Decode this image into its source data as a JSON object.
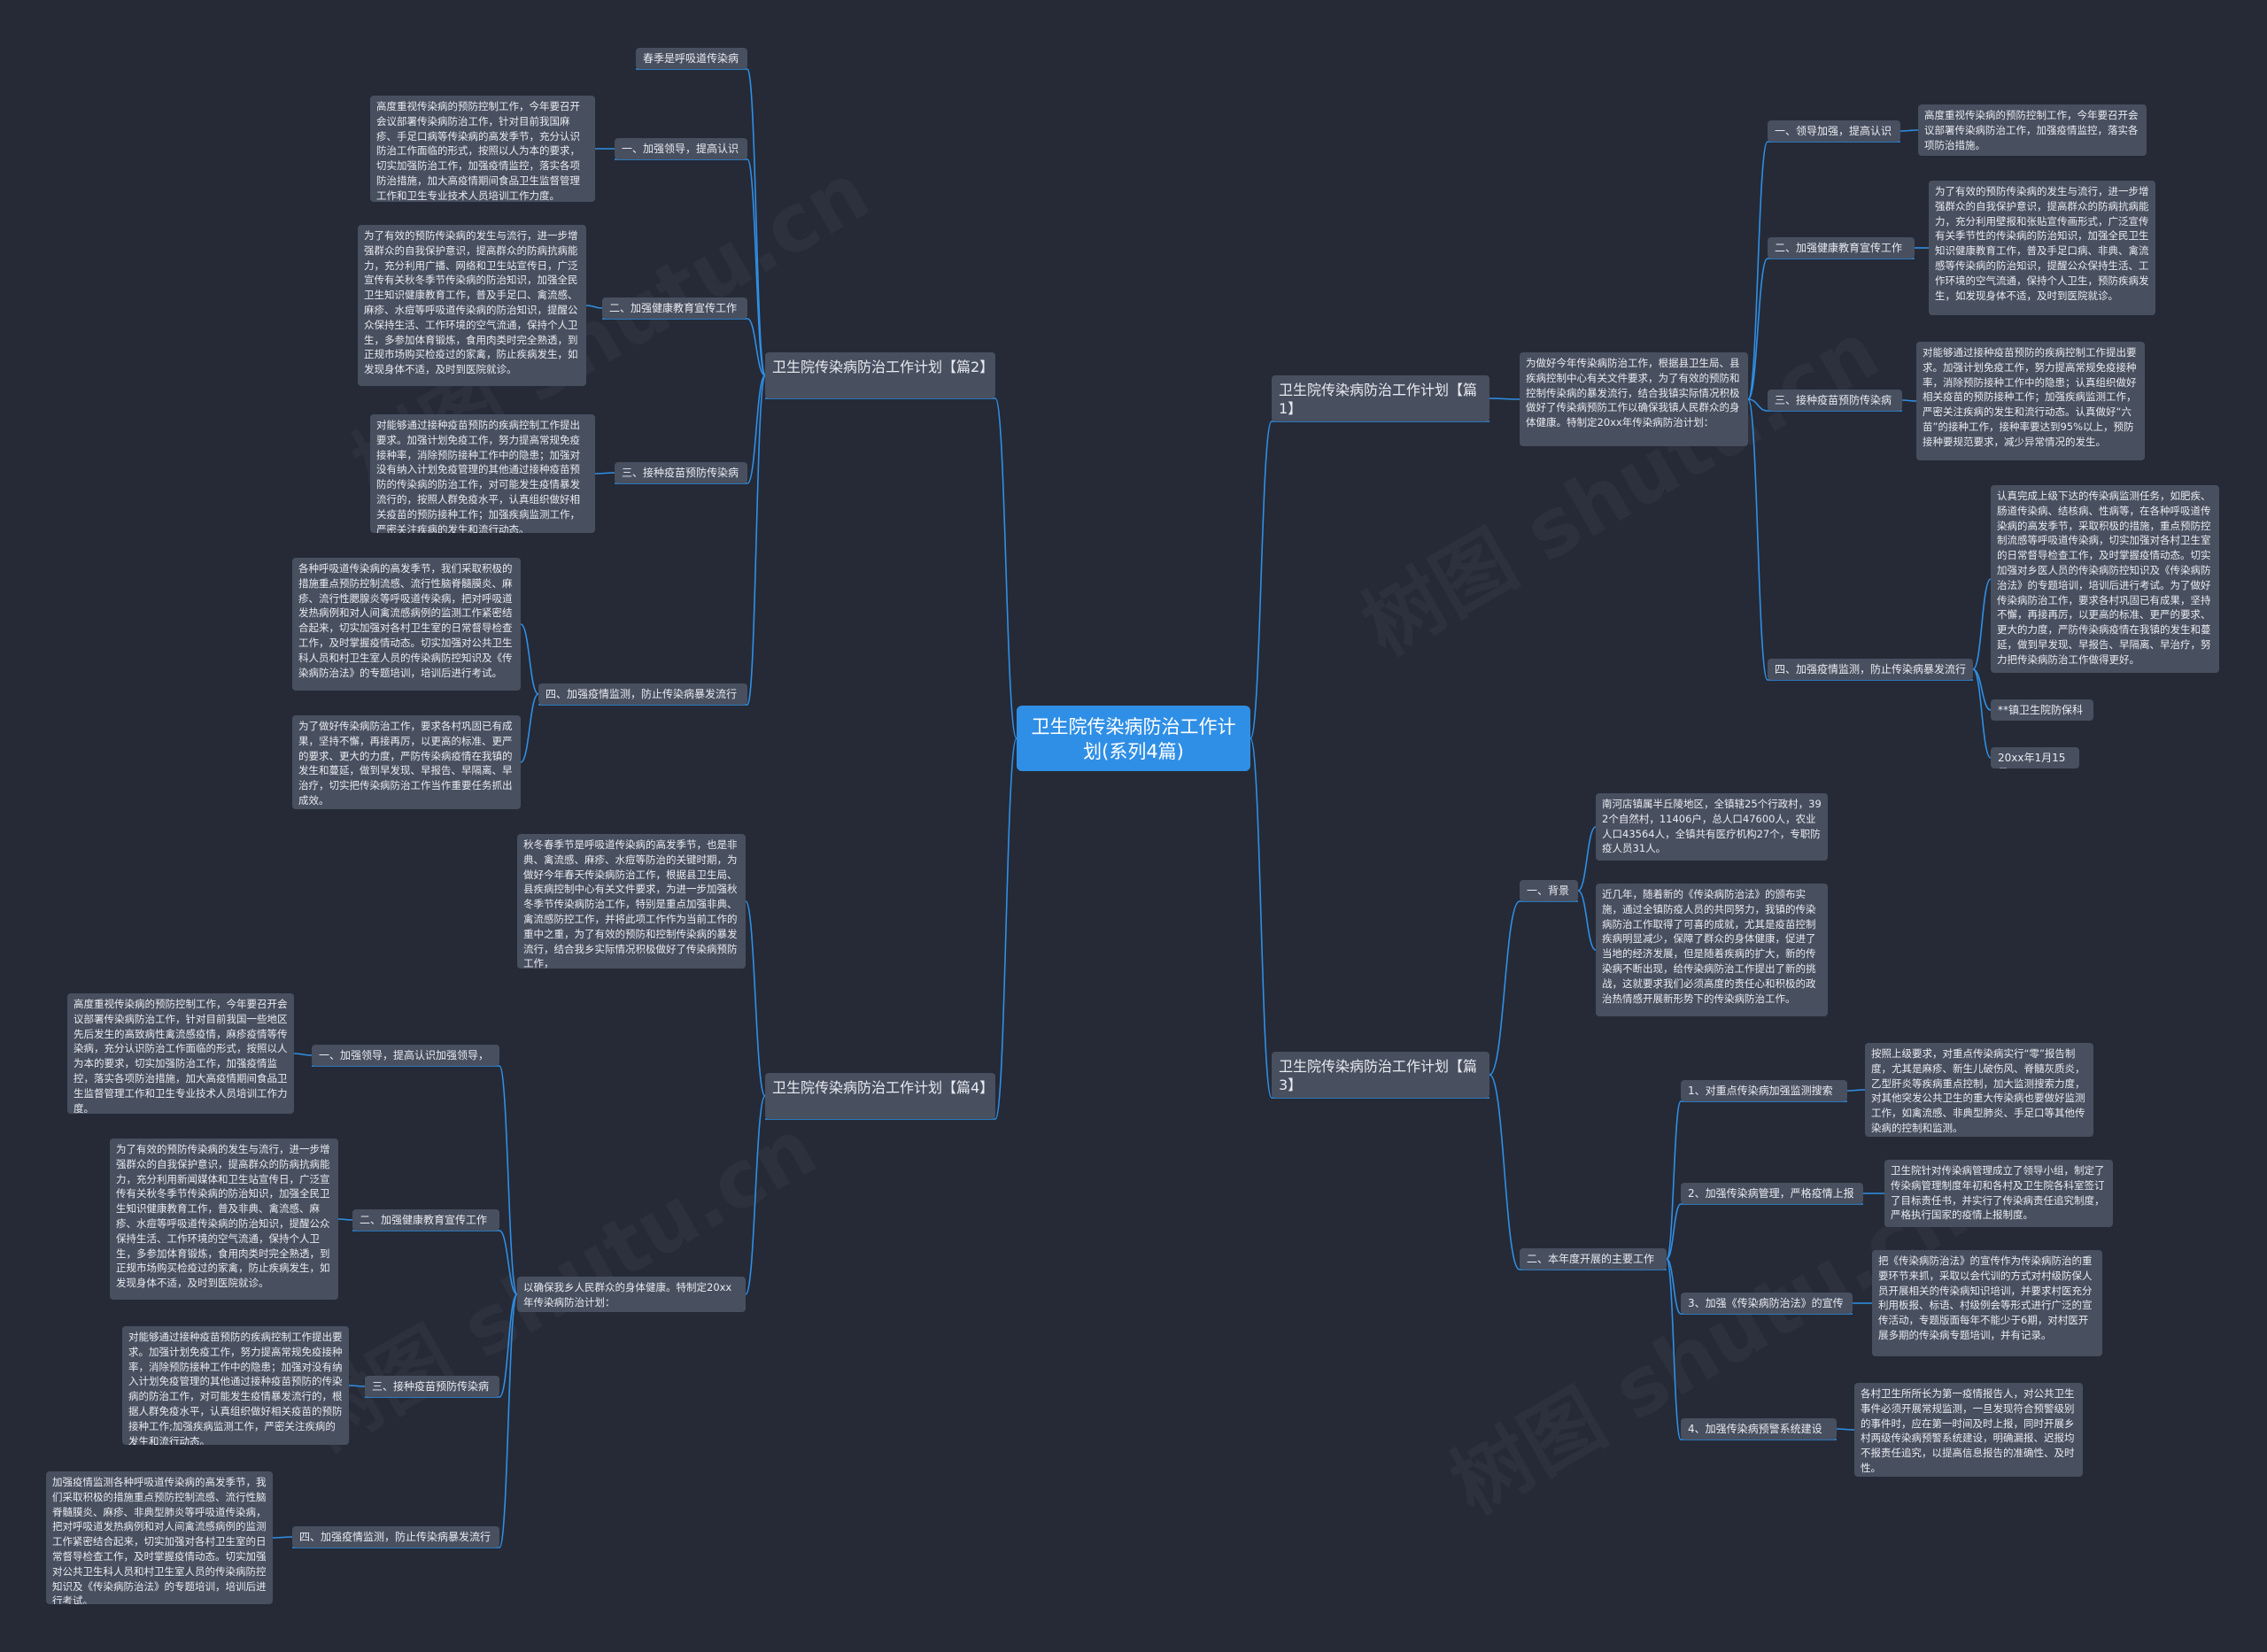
{
  "colors": {
    "background": "#252a36",
    "root": "#2f8fe6",
    "node": "#484f5f",
    "line": "#2f8fe6",
    "text": "#e8ebf0"
  },
  "watermark": "树图 shutu.cn",
  "root": "卫生院传染病防治工作计划(系列4篇)",
  "b1": {
    "title": "卫生院传染病防治工作计划【篇1】",
    "intro": "为做好今年传染病防治工作，根据县卫生局、县疾病控制中心有关文件要求，为了有效的预防和控制传染病的暴发流行，结合我镇实际情况积极做好了传染病预防工作以确保我镇人民群众的身体健康。特制定20xx年传染病防治计划：",
    "s1": "一、领导加强，提高认识",
    "s1_text": "高度重视传染病的预防控制工作，今年要召开会议部署传染病防治工作，加强疫情监控，落实各项防治措施。",
    "s2": "二、加强健康教育宣传工作",
    "s2_text": "为了有效的预防传染病的发生与流行，进一步增强群众的自我保护意识，提高群众的防病抗病能力，充分利用壁报和张贴宣传画形式，广泛宣传有关季节性的传染病的防治知识，加强全民卫生知识健康教育工作，普及手足口病、非典、禽流感等传染病的防治知识，提醒公众保持生活、工作环境的空气流通，保持个人卫生，预防疾病发生，如发现身体不适，及时到医院就诊。",
    "s3": "三、接种疫苗预防传染病",
    "s3_text": "对能够通过接种疫苗预防的疾病控制工作提出要求。加强计划免疫工作，努力提高常规免疫接种率，消除预防接种工作中的隐患；认真组织做好相关疫苗的预防接种工作；加强疾病监测工作，严密关注疾病的发生和流行动态。认真做好“六苗”的接种工作，接种率要达到95%以上，预防接种要规范要求，减少异常情况的发生。",
    "s4": "四、加强疫情监测，防止传染病暴发流行",
    "s4_text": "认真完成上级下达的传染病监测任务，如肥疾、肠道传染病、结核病、性病等，在各种呼吸道传染病的高发季节，采取积极的措施，重点预防控制流感等呼吸道传染病，切实加强对各村卫生室的日常督导检查工作，及时掌握疫情动态。切实加强对乡医人员的传染病防控知识及《传染病防治法》的专题培训，培训后进行考试。为了做好传染病防治工作，要求各村巩固已有成果，坚持不懈，再接再厉，以更高的标准、更严的要求、更大的力度，严防传染病疫情在我镇的发生和蔓延，做到早发现、早报告、早隔离、早治疗，努力把传染病防治工作做得更好。",
    "s4_sign": "**镇卫生院防保科",
    "s4_date": "20xx年1月15日"
  },
  "b2": {
    "title": "卫生院传染病防治工作计划【篇2】",
    "s0": "春季是呼吸道传染病",
    "s1": "一、加强领导，提高认识",
    "s1_text": "高度重视传染病的预防控制工作，今年要召开会议部署传染病防治工作，针对目前我国麻疹、手足口病等传染病的高发季节，充分认识防治工作面临的形式，按照以人为本的要求，切实加强防治工作，加强疫情监控，落实各项防治措施，加大高疫情期间食品卫生监督管理工作和卫生专业技术人员培训工作力度。",
    "s2": "二、加强健康教育宣传工作",
    "s2_text": "为了有效的预防传染病的发生与流行，进一步增强群众的自我保护意识，提高群众的防病抗病能力，充分利用广播、网络和卫生站宣传日，广泛宣传有关秋冬季节传染病的防治知识，加强全民卫生知识健康教育工作，普及手足口、禽流感、麻疹、水痘等呼吸道传染病的防治知识，提醒公众保持生活、工作环境的空气流通，保持个人卫生，多参加体育锻炼，食用肉类时完全熟透，到正规市场购买检疫过的家禽，防止疾病发生，如发现身体不适，及时到医院就诊。",
    "s3": "三、接种疫苗预防传染病",
    "s3_text": "对能够通过接种疫苗预防的疾病控制工作提出要求。加强计划免疫工作，努力提高常规免疫接种率，消除预防接种工作中的隐患；加强对没有纳入计划免疫管理的其他通过接种疫苗预防的传染病的防治工作，对可能发生疫情暴发流行的，按照人群免疫水平，认真组织做好相关疫苗的预防接种工作；加强疾病监测工作，严密关注疾病的发生和流行动态。",
    "s4": "四、加强疫情监测，防止传染病暴发流行",
    "s4_text1": "各种呼吸道传染病的高发季节，我们采取积极的措施重点预防控制流感、流行性脑脊髓膜炎、麻疹、流行性腮腺炎等呼吸道传染病，把对呼吸道发热病例和对人间禽流感病例的监测工作紧密结合起来，切实加强对各村卫生室的日常督导检查工作，及时掌握疫情动态。切实加强对公共卫生科人员和村卫生室人员的传染病防控知识及《传染病防治法》的专题培训，培训后进行考试。",
    "s4_text2": "为了做好传染病防治工作，要求各村巩固已有成果，坚持不懈，再接再厉，以更高的标准、更严的要求、更大的力度，严防传染病疫情在我镇的发生和蔓延，做到早发现、早报告、早隔离、早治疗，切实把传染病防治工作当作重要任务抓出成效。"
  },
  "b3": {
    "title": "卫生院传染病防治工作计划【篇3】",
    "s1": "一、背景",
    "s1_text1": "南河店镇属半丘陵地区，全镇辖25个行政村，392个自然村，11406户，总人口47600人，农业人口43564人，全镇共有医疗机构27个，专职防疫人员31人。",
    "s1_text2": "近几年，随着新的《传染病防治法》的颁布实施，通过全镇防疫人员的共同努力，我镇的传染病防治工作取得了可喜的成就，尤其是疫苗控制疾病明显减少，保障了群众的身体健康，促进了当地的经济发展，但是随着疾病的扩大，新的传染病不断出现，给传染病防治工作提出了新的挑战，这就要求我们必须高度的责任心和积极的政治热情感开展新形势下的传染病防治工作。",
    "s2": "二、本年度开展的主要工作",
    "i1": "1、对重点传染病加强监测搜索",
    "i1_text": "按照上级要求，对重点传染病实行“零”报告制度，尤其是麻疹、新生儿破伤风、脊髓灰质炎，乙型肝炎等疾病重点控制，加大监测搜索力度，对其他突发公共卫生的重大传染病也要做好监测工作，如禽流感、非典型肺炎、手足口等其他传染病的控制和监测。",
    "i2": "2、加强传染病管理，严格疫情上报",
    "i2_text": "卫生院针对传染病管理成立了领导小组，制定了传染病管理制度年初和各村及卫生院各科室签订了目标责任书，并实行了传染病责任追究制度，严格执行国家的疫情上报制度。",
    "i3": "3、加强《传染病防治法》的宣传",
    "i3_text": "把《传染病防治法》的宣传作为传染病防治的重要环节来抓，采取以会代训的方式对村级防保人员开展相关的传染病知识培训，并要求村医充分利用板报、标语、村级例会等形式进行广泛的宣传活动，专题版面每年不能少于6期，对村医开展多期的传染病专题培训，并有记录。",
    "i4": "4、加强传染病预警系统建设",
    "i4_text": "各村卫生所所长为第一疫情报告人，对公共卫生事件必须开展常规监测，一旦发现符合预警级别的事件时，应在第一时间及时上报，同时开展乡村两级传染病预警系统建设，明确漏报、迟报均不报责任追究，以提高信息报告的准确性、及时性。"
  },
  "b4": {
    "title": "卫生院传染病防治工作计划【篇4】",
    "intro": "秋冬春季节是呼吸道传染病的高发季节，也是非典、禽流感、麻疹、水痘等防治的关键时期，为做好今年春天传染病防治工作，根据县卫生局、县疾病控制中心有关文件要求，为进一步加强秋冬季节传染病防治工作，特别是重点加强非典、禽流感防控工作，并将此项工作作为当前工作的重中之重，为了有效的预防和控制传染病的暴发流行，结合我乡实际情况积极做好了传染病预防工作，",
    "intro2": "以确保我乡人民群众的身体健康。特制定20xx年传染病防治计划：",
    "s1": "一、加强领导，提高认识加强领导，",
    "s1_text": "高度重视传染病的预防控制工作，今年要召开会议部署传染病防治工作，针对目前我国一些地区先后发生的高致病性禽流感疫情，麻疹疫情等传染病，充分认识防治工作面临的形式，按照以人为本的要求，切实加强防治工作，加强疫情监控，落实各项防治措施，加大高疫情期间食品卫生监督管理工作和卫生专业技术人员培训工作力度。",
    "s2": "二、加强健康教育宣传工作",
    "s2_text": "为了有效的预防传染病的发生与流行，进一步增强群众的自我保护意识，提高群众的防病抗病能力，充分利用新闻媒体和卫生站宣传日，广泛宣传有关秋冬季节传染病的防治知识，加强全民卫生知识健康教育工作，普及非典、禽流感、麻疹、水痘等呼吸道传染病的防治知识，提醒公众保持生活、工作环境的空气流通，保持个人卫生，多参加体育锻炼，食用肉类时完全熟透，到正规市场购买检疫过的家禽，防止疾病发生，如发现身体不适，及时到医院就诊。",
    "s3": "三、接种疫苗预防传染病",
    "s3_text": "对能够通过接种疫苗预防的疾病控制工作提出要求。加强计划免疫工作，努力提高常规免疫接种率，消除预防接种工作中的隐患；加强对没有纳入计划免疫管理的其他通过接种疫苗预防的传染病的防治工作，对可能发生疫情暴发流行的，根据人群免疫水平，认真组织做好相关疫苗的预防接种工作;加强疾病监测工作，严密关注疾病的发生和流行动态。",
    "s4": "四、加强疫情监测，防止传染病暴发流行",
    "s4_text": "加强疫情监测各种呼吸道传染病的高发季节，我们采取积极的措施重点预防控制流感、流行性脑脊髓膜炎、麻疹、非典型肺炎等呼吸道传染病，把对呼吸道发热病例和对人间禽流感病例的监测工作紧密结合起来，切实加强对各村卫生室的日常督导检查工作，及时掌握疫情动态。切实加强对公共卫生科人员和村卫生室人员的传染病防控知识及《传染病防治法》的专题培训，培训后进行考试。"
  }
}
